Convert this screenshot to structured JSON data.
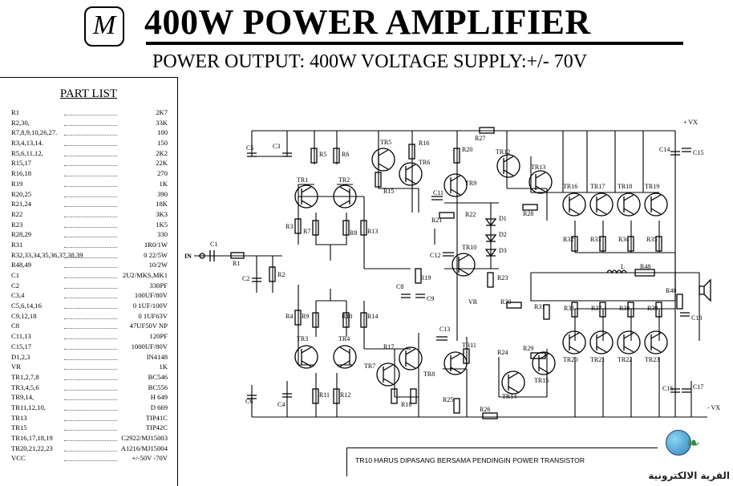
{
  "header": {
    "logo": "M",
    "title": "400W POWER AMPLIFIER",
    "subtitle": "POWER OUTPUT: 400W   VOLTAGE SUPPLY:+/- 70V"
  },
  "part_list": {
    "title": "PART LIST",
    "items": [
      {
        "ref": "R1",
        "value": "2K7"
      },
      {
        "ref": "R2,30,",
        "value": "33K"
      },
      {
        "ref": "R7,8,9,10,26,27.",
        "value": "100"
      },
      {
        "ref": "R3,4,13,14.",
        "value": "150"
      },
      {
        "ref": "R5,6,11,12,",
        "value": "2K2"
      },
      {
        "ref": "R15,17",
        "value": "22K"
      },
      {
        "ref": "R16,18",
        "value": "270"
      },
      {
        "ref": "R19",
        "value": "1K"
      },
      {
        "ref": "R20,25",
        "value": "390"
      },
      {
        "ref": "R21,24",
        "value": "18K"
      },
      {
        "ref": "R22",
        "value": "3K3"
      },
      {
        "ref": "R23",
        "value": "1K5"
      },
      {
        "ref": "R28,29",
        "value": "330"
      },
      {
        "ref": "R31",
        "value": "1R0/1W"
      },
      {
        "ref": "R32,33,34,35,36,37,38,39",
        "value": "0 22/5W"
      },
      {
        "ref": "R48,49",
        "value": "10/2W"
      },
      {
        "ref": "C1",
        "value": "2U2/MKS,MK1"
      },
      {
        "ref": "C2",
        "value": "330PF"
      },
      {
        "ref": "C3,4",
        "value": "100UF/80V"
      },
      {
        "ref": "C5,6,14,16",
        "value": "0 1UF/100V"
      },
      {
        "ref": "C9,12,18",
        "value": "0 1UF63V"
      },
      {
        "ref": "C8",
        "value": "47UF50V NP"
      },
      {
        "ref": "C11,13",
        "value": "120PF"
      },
      {
        "ref": "C15,17",
        "value": "1000UF/80V"
      },
      {
        "ref": "D1,2,3",
        "value": "IN4148"
      },
      {
        "ref": "VR",
        "value": "1K"
      },
      {
        "ref": "TR1,2,7,8",
        "value": "BC546"
      },
      {
        "ref": "TR3,4,5,6",
        "value": "BC556"
      },
      {
        "ref": "TR9,14,",
        "value": "H 649"
      },
      {
        "ref": "TR11,12,10,",
        "value": "D 669"
      },
      {
        "ref": "TR13",
        "value": "TIP41C"
      },
      {
        "ref": "TR15",
        "value": "TIP42C"
      },
      {
        "ref": "TR16,17,18,19",
        "value": "C2922/MJ15003"
      },
      {
        "ref": "TR20,21,22,23",
        "value": "A1216/MJ15004"
      },
      {
        "ref": "VCC",
        "value": "+/-50V -70V"
      }
    ]
  },
  "schematic": {
    "labels": {
      "in": "IN",
      "c1": "C1",
      "r1": "R1",
      "c2": "C2",
      "r2": "R2",
      "c5": "C5",
      "c3": "C3",
      "r3": "R3",
      "r4": "R4",
      "r5": "R5",
      "r6": "R6",
      "r7": "R7",
      "r8": "R8",
      "r9": "R9",
      "r10": "R10",
      "r11": "R11",
      "r12": "R12",
      "r13": "R13",
      "r14": "R14",
      "r15": "R15",
      "r16": "R16",
      "r17": "R17",
      "r18": "R18",
      "r19": "R19",
      "r20": "R20",
      "r21": "R21",
      "r22": "R22",
      "r23": "R23",
      "r24": "R24",
      "r25": "R25",
      "r26": "R26",
      "r27": "R27",
      "r28": "R28",
      "r29": "R29",
      "r30": "R30",
      "r31": "R31",
      "r32": "R32",
      "r33": "R33",
      "r34": "R34",
      "r35": "R35",
      "r36": "R36",
      "r37": "R37",
      "r38": "R38",
      "r39": "R39",
      "r40": "R40",
      "r48": "R48",
      "c4": "C4",
      "c6": "C6",
      "c8": "C8",
      "c9": "C9",
      "c11": "C11",
      "c12": "C12",
      "c13": "C13",
      "c14": "C14",
      "c15": "C15",
      "c16": "C16",
      "c17": "C17",
      "c18": "C18",
      "d1": "D1",
      "d2": "D2",
      "d3": "D3",
      "vr": "VR",
      "l": "L",
      "tr1": "TR1",
      "tr2": "TR2",
      "tr3": "TR3",
      "tr4": "TR4",
      "tr5": "TR5",
      "tr6": "TR6",
      "tr7": "TR7",
      "tr8": "TR8",
      "tr9": "TR9",
      "tr10": "TR10",
      "tr11": "TR11",
      "tr12": "TR12",
      "tr13": "TR13",
      "tr14": "TR14",
      "tr15": "TR15",
      "tr16": "TR16",
      "tr17": "TR17",
      "tr18": "TR18",
      "tr19": "TR19",
      "tr20": "TR20",
      "tr21": "TR21",
      "tr22": "TR22",
      "tr23": "TR23",
      "vplus": "+ VX",
      "vminus": "- VX"
    }
  },
  "note": "TR10  HARUS DIPASANG BERSAMA PENDINGIN POWER TRANSISTOR",
  "watermark": "القرية الالكترونية"
}
